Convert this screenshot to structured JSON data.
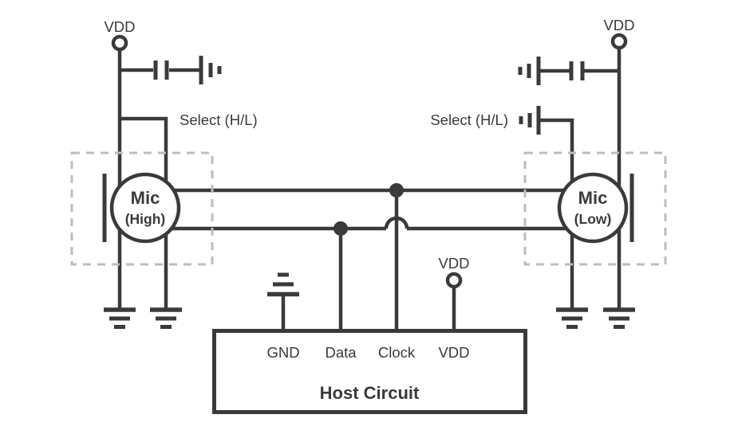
{
  "diagram_type": "microphone-interface-circuit-schematic",
  "colors": {
    "line": "#3a3a3a",
    "package_outline": "#bdbdbd",
    "background": "#ffffff"
  },
  "labels": {
    "vdd_left": "VDD",
    "vdd_right": "VDD",
    "select_left": "Select (H/L)",
    "select_right": "Select (H/L)",
    "host_vdd_supply": "VDD"
  },
  "mic_high": {
    "name": "Mic",
    "mode": "(High)"
  },
  "mic_low": {
    "name": "Mic",
    "mode": "(Low)"
  },
  "host": {
    "title": "Host Circuit",
    "pins": [
      "GND",
      "Data",
      "Clock",
      "VDD"
    ]
  }
}
